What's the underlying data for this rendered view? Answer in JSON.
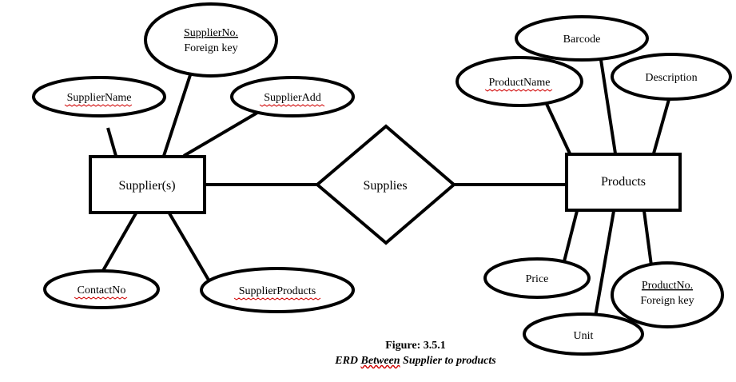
{
  "diagram": {
    "entities": {
      "supplier": "Supplier(s)",
      "products": "Products"
    },
    "relationship": "Supplies",
    "supplier_attributes": {
      "supplier_no_line1": "SupplierNo.",
      "supplier_no_line2": "Foreign key",
      "supplier_name": "SupplierName",
      "supplier_add": "SupplierAdd",
      "contact_no": "ContactNo",
      "supplier_products": "SupplierProducts"
    },
    "product_attributes": {
      "barcode": "Barcode",
      "product_name": "ProductName",
      "description": "Description",
      "price": "Price",
      "product_no_line1": "ProductNo.",
      "product_no_line2": "Foreign key",
      "unit": "Unit"
    }
  },
  "caption": {
    "title": "Figure: 3.5.1",
    "subtitle_start": "ERD ",
    "subtitle_underlined": "Between",
    "subtitle_end": " Supplier to products"
  }
}
